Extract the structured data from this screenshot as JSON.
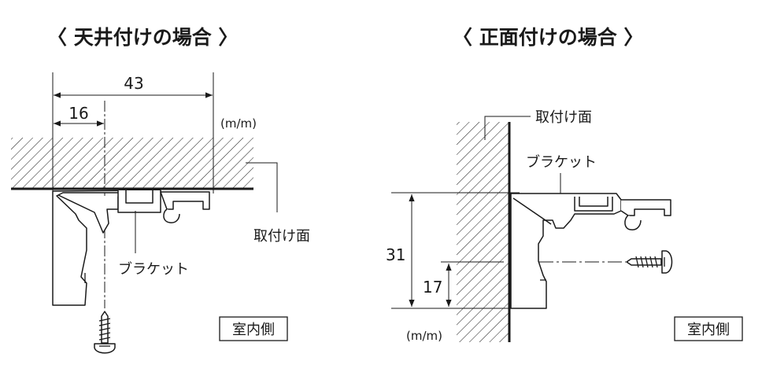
{
  "ceiling_mount": {
    "title": "〈 天井付けの場合 〉",
    "dim_total": "43",
    "dim_offset": "16",
    "unit": "(m/m)",
    "label_surface": "取付け面",
    "label_bracket": "ブラケット",
    "label_indoor": "室内側"
  },
  "front_mount": {
    "title": "〈 正面付けの場合 〉",
    "label_surface": "取付け面",
    "label_bracket": "ブラケット",
    "dim_total": "31",
    "dim_offset": "17",
    "unit": "(m/m)",
    "label_indoor": "室内側"
  }
}
